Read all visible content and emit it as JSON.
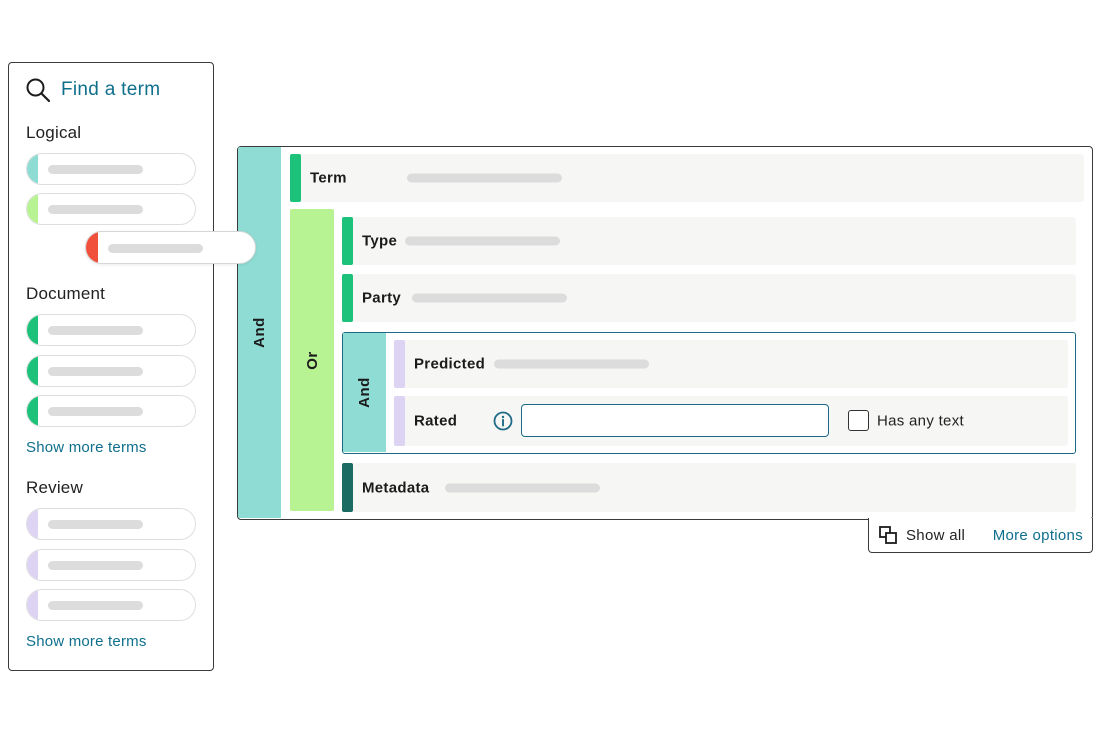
{
  "sidebar": {
    "search_label": "Find a term",
    "sections": [
      {
        "title": "Logical",
        "color_items": [
          "#8fdcd4",
          "#b7f293"
        ]
      },
      {
        "title": "Document",
        "color_items": [
          "#1cc27a",
          "#1cc27a",
          "#1cc27a"
        ],
        "show_more": "Show more terms"
      },
      {
        "title": "Review",
        "color_items": [
          "#ddd3f3",
          "#ddd3f3",
          "#ddd3f3"
        ],
        "show_more": "Show more terms"
      }
    ],
    "dragging_item_color": "#f0503c"
  },
  "builder": {
    "operators": {
      "outer": "And",
      "or": "Or",
      "inner": "And"
    },
    "rows": {
      "term": "Term",
      "type": "Type",
      "party": "Party",
      "predicted": "Predicted",
      "rated": "Rated",
      "metadata": "Metadata"
    },
    "rated_input": {
      "value": "",
      "placeholder": ""
    },
    "has_any_text_label": "Has any text",
    "has_any_text_checked": false
  },
  "footer": {
    "show_all": "Show all",
    "more_options": "More options"
  },
  "colors": {
    "and_operator": "#8fdcd4",
    "or_operator": "#b7f293",
    "document_green": "#1cc27a",
    "review_purple": "#ddd3f3",
    "metadata_dark": "#1c6b63",
    "link_blue": "#0f6f8c"
  }
}
